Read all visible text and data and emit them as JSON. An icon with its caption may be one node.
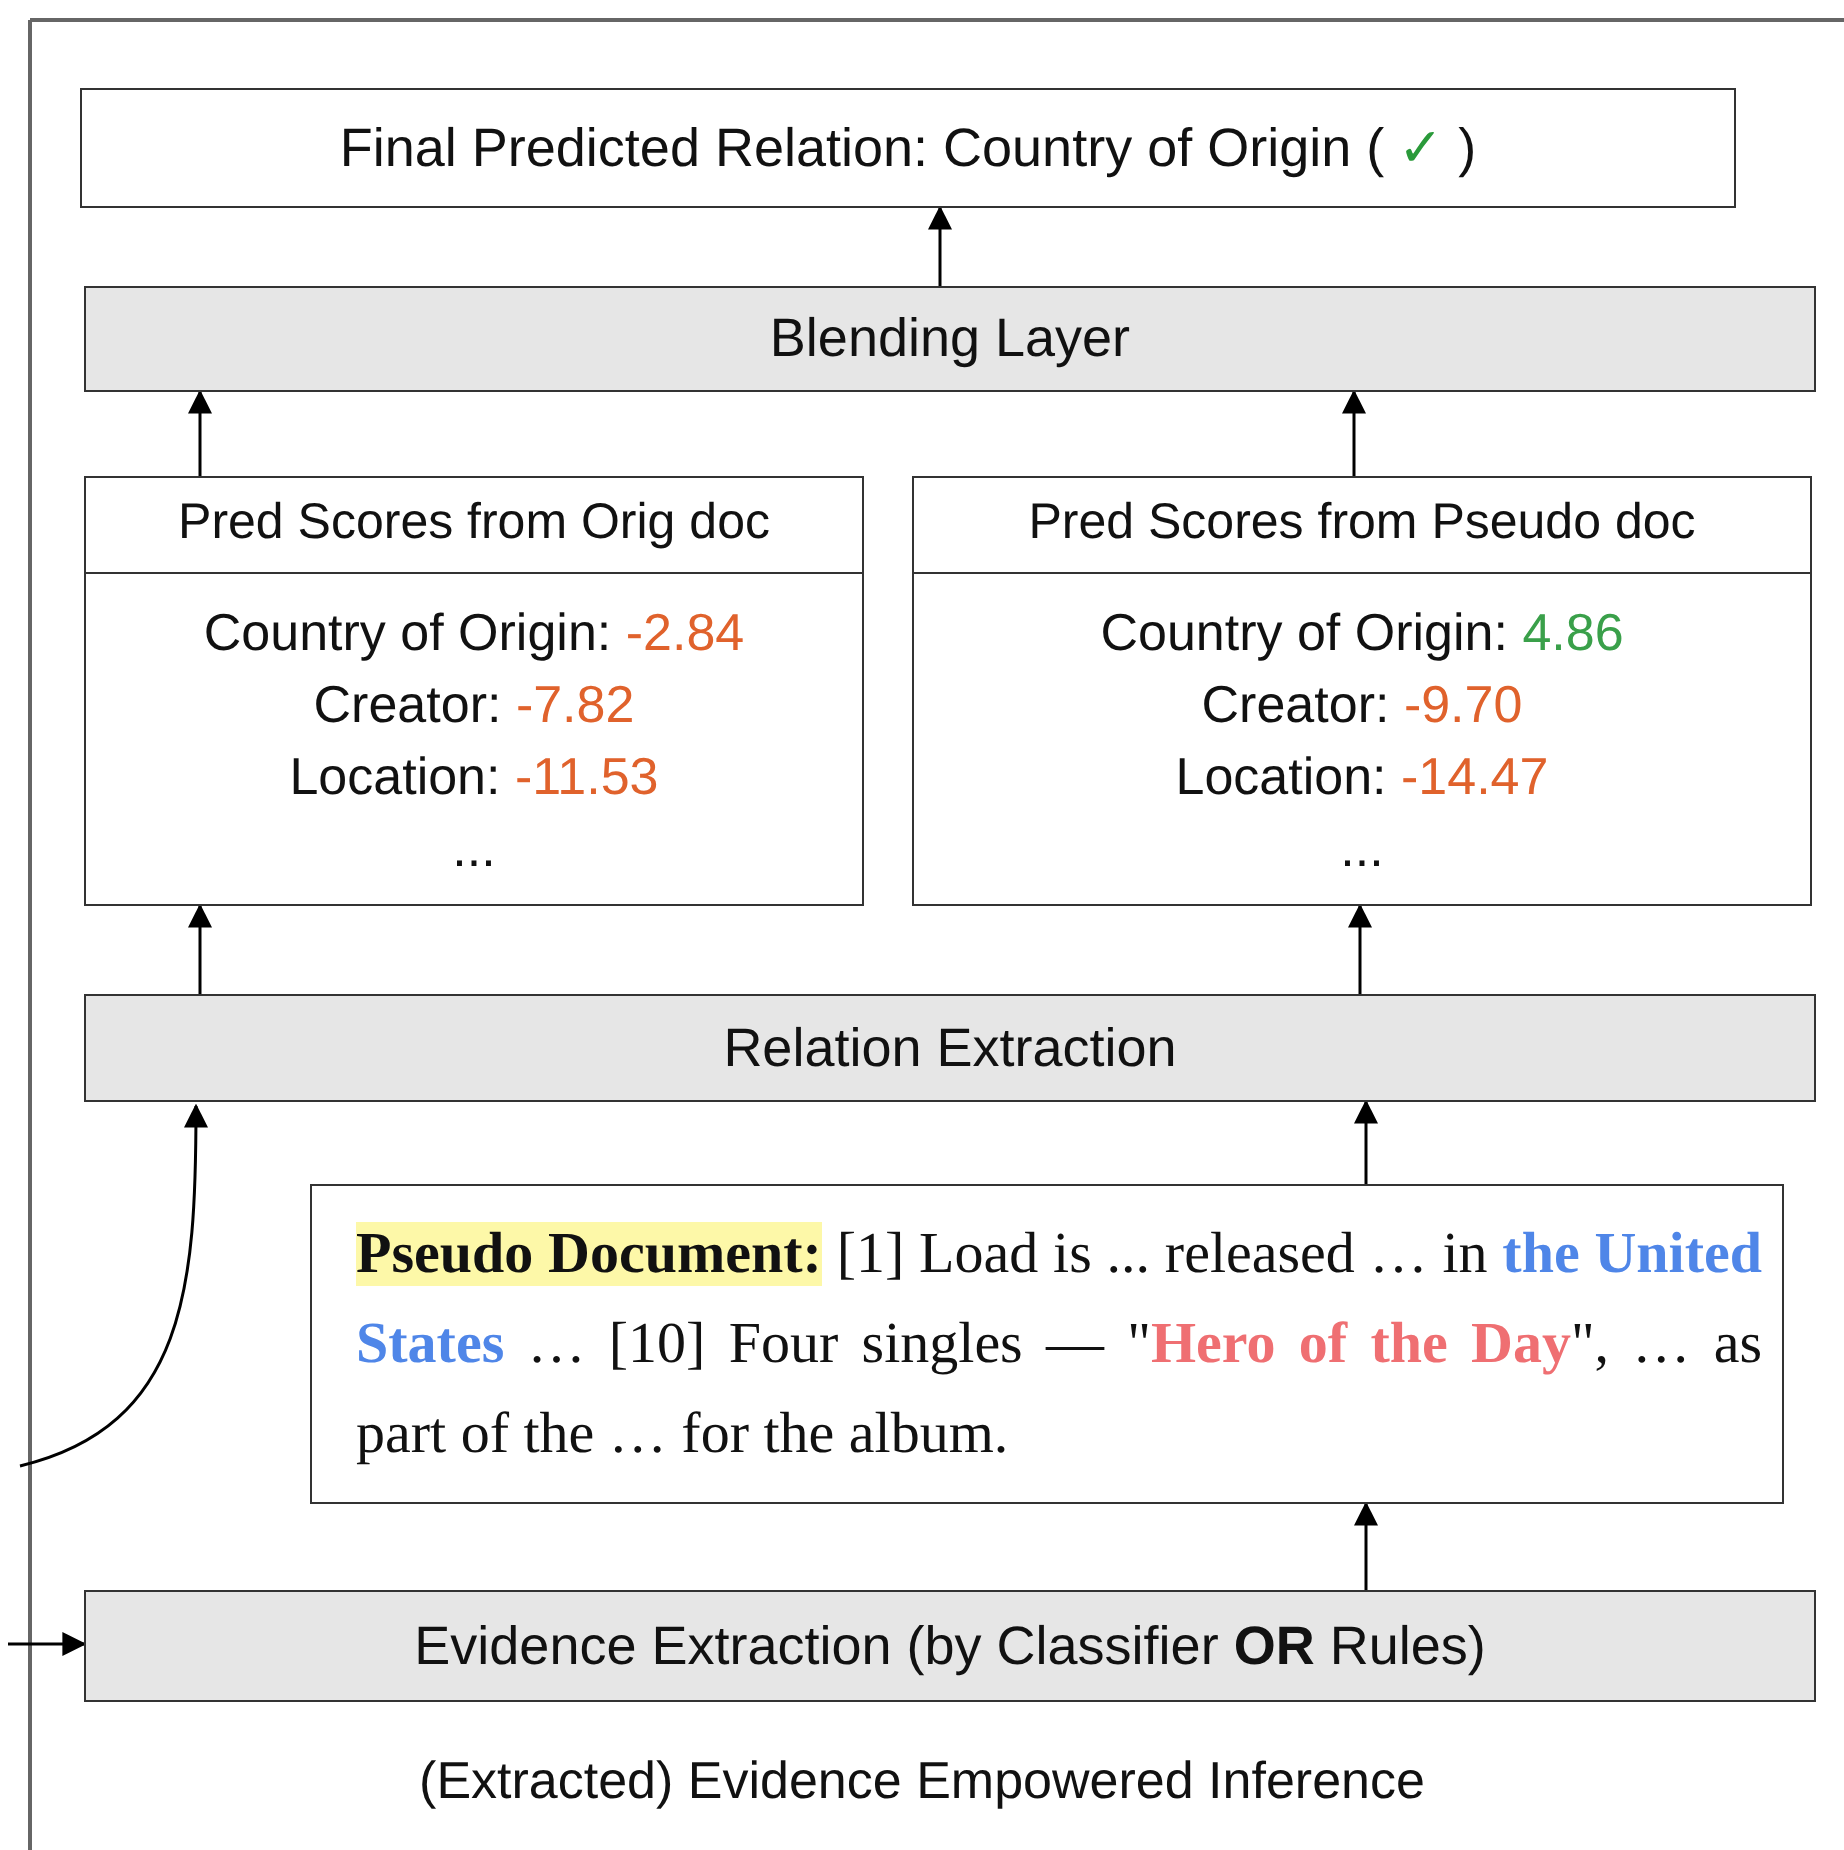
{
  "diagram": {
    "caption": "(Extracted) Evidence Empowered Inference",
    "nodes": [
      {
        "text": [
          "Final Predicted Relation: Country of Origin (",
          "✓",
          ")"
        ]
      },
      {
        "text": [
          "Blending Layer"
        ]
      },
      {
        "text": [
          "Pred Scores from Orig doc",
          "Country of Origin: -2.84",
          "Creator: -7.82",
          "Location: -11.53",
          "..."
        ]
      },
      {
        "text": [
          "Pred Scores from Pseudo doc",
          "Country of Origin: 4.86",
          "Creator: -9.70",
          "Location: -14.47",
          "..."
        ]
      },
      {
        "text": [
          "Relation Extraction"
        ]
      },
      {
        "text": [
          "**Pseudo Document:** [1] Load is ... released … in **the United States** … [10] Four singles — \"**Hero of the Day**\", … as part of the … for the album."
        ]
      },
      {
        "text": [
          "Evidence Extraction (by Classifier **OR** Rules)"
        ]
      }
    ],
    "edges": [
      {
        "from": 1,
        "to": 0,
        "arrow": "to"
      },
      {
        "from": 2,
        "to": 1,
        "arrow": "to"
      },
      {
        "from": 3,
        "to": 1,
        "arrow": "to"
      },
      {
        "from": 4,
        "to": 2,
        "arrow": "to"
      },
      {
        "from": 4,
        "to": 3,
        "arrow": "to"
      },
      {
        "from": 5,
        "to": 4,
        "arrow": "to"
      },
      {
        "from": 6,
        "to": 5,
        "arrow": "to"
      },
      {
        "from": null,
        "to": 4,
        "arrow": "to"
      },
      {
        "from": null,
        "to": 6,
        "arrow": "to"
      }
    ]
  }
}
